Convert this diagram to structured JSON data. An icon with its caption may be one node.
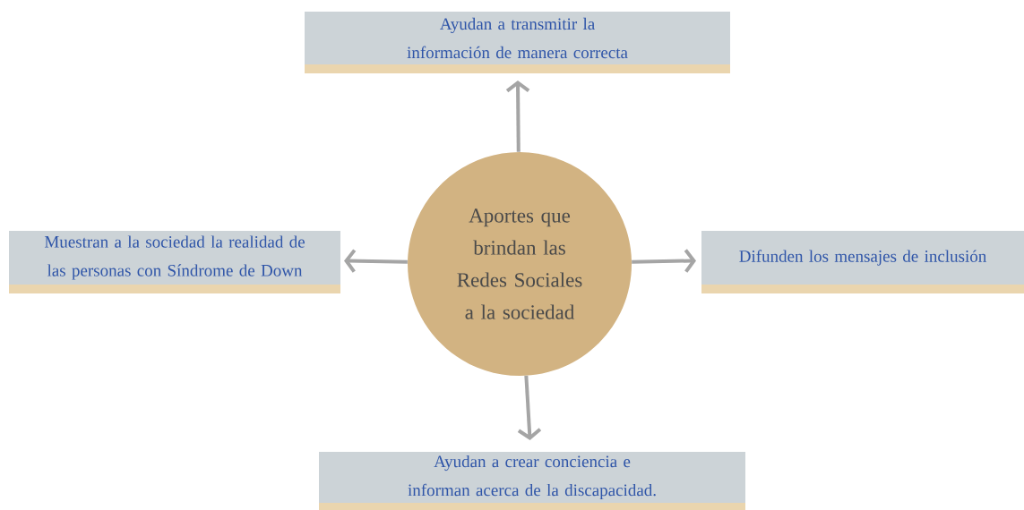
{
  "diagram": {
    "nodes": [
      {
        "text": [
          "Aportes que brindan las Redes Sociales a la sociedad"
        ]
      },
      {
        "text": [
          "Ayudan a transmitir la información de manera correcta"
        ]
      },
      {
        "text": [
          "Muestran a la sociedad la realidad de las personas con Síndrome de Down"
        ]
      },
      {
        "text": [
          "Difunden los mensajes de inclusión"
        ]
      },
      {
        "text": [
          "Ayudan a crear conciencia e informan acerca de la discapacidad."
        ]
      }
    ],
    "edges": [
      {
        "from": 0,
        "to": 1,
        "arrow": "to"
      },
      {
        "from": 0,
        "to": 2,
        "arrow": "to"
      },
      {
        "from": 0,
        "to": 3,
        "arrow": "to"
      },
      {
        "from": 0,
        "to": 4,
        "arrow": "to"
      }
    ]
  }
}
